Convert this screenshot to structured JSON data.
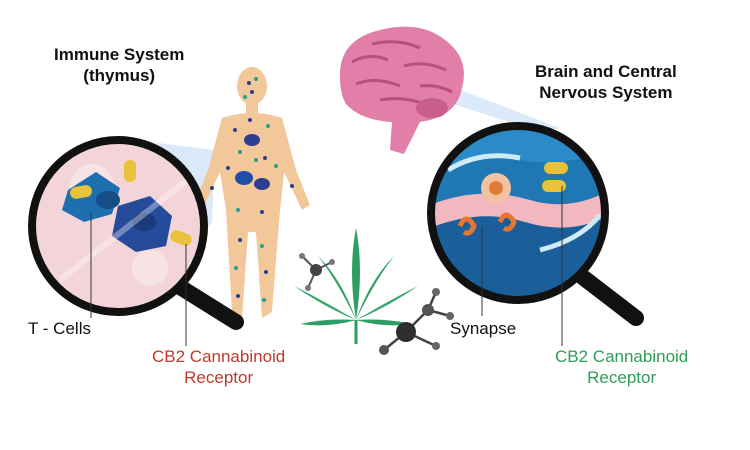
{
  "labels": {
    "immune": [
      "Immune System",
      "(thymus)"
    ],
    "brain": [
      "Brain and Central",
      "Nervous System"
    ],
    "tcells": "T - Cells",
    "synapse": "Synapse",
    "cb2_left": [
      "CB2 Cannabinoid",
      "Receptor"
    ],
    "cb2_right": [
      "CB2 Cannabinoid",
      "Receptor"
    ]
  },
  "colors": {
    "cb2_left": "#c0392b",
    "cb2_right": "#2e9e58",
    "skin": "#f2c79a",
    "brain": "#e27fa8",
    "leaf": "#2f9e63",
    "lens_rim": "#111111",
    "receptor": "#e8c23a",
    "tcell": "#1f6fb0"
  },
  "icons": [
    "magnifier-icon",
    "human-body-icon",
    "brain-icon",
    "cannabis-leaf-icon",
    "molecule-icon"
  ]
}
